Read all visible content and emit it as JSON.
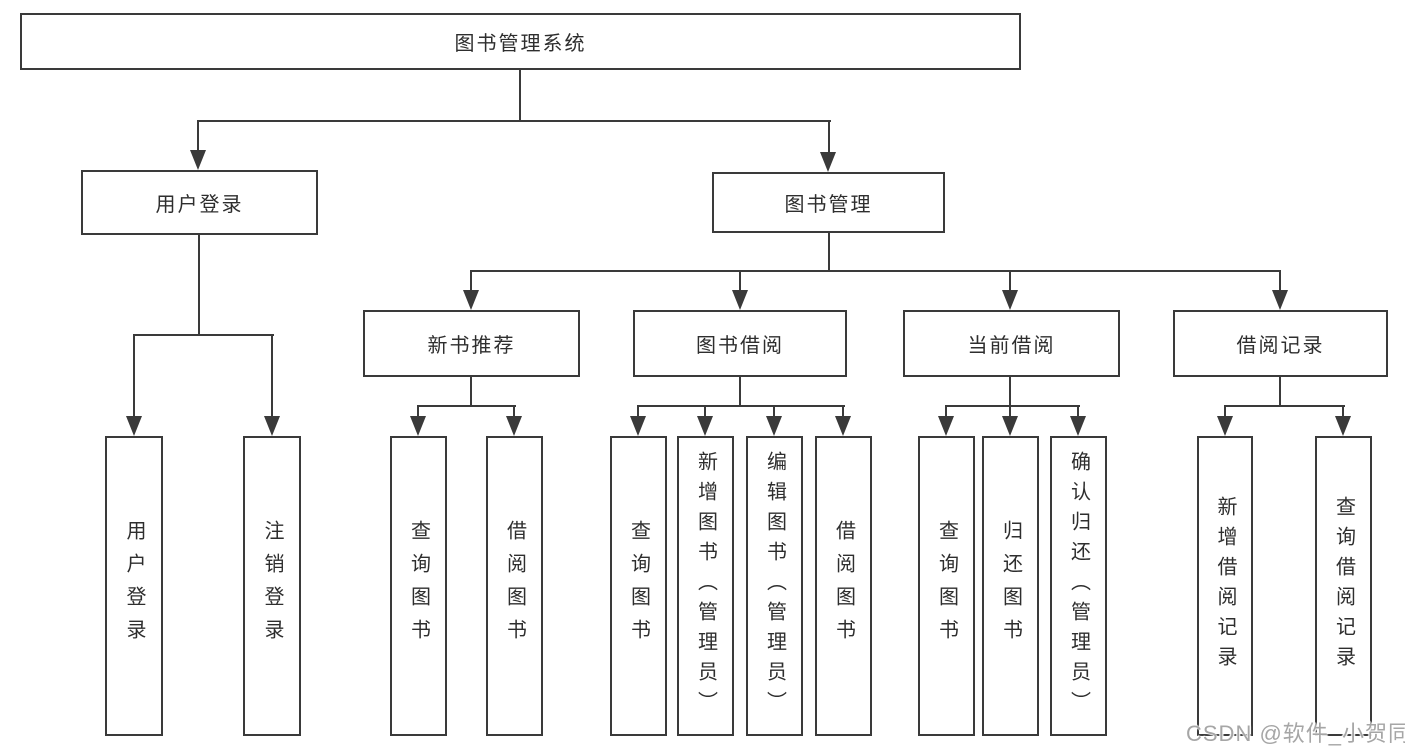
{
  "colors": {
    "line": "#3a3a3a",
    "text": "#2e2e2e",
    "watermark": "#a6a6a6"
  },
  "watermark": {
    "text": "CSDN @软件_小贺同学"
  },
  "diagram": {
    "root": {
      "label": "图书管理系统"
    },
    "level2": {
      "user_login": {
        "label": "用户登录"
      },
      "book_mgmt": {
        "label": "图书管理"
      }
    },
    "level3": {
      "new_books": {
        "label": "新书推荐"
      },
      "book_borrow": {
        "label": "图书借阅"
      },
      "current_borrow": {
        "label": "当前借阅"
      },
      "borrow_records": {
        "label": "借阅记录"
      }
    },
    "leaves": {
      "user_login": {
        "label": "用户登录"
      },
      "logout": {
        "label": "注销登录"
      },
      "nb_query_books": {
        "label": "查询图书"
      },
      "nb_borrow_books": {
        "label": "借阅图书"
      },
      "bb_query_books": {
        "label": "查询图书"
      },
      "bb_add_books_admin": {
        "label": "新增图书（管理员）"
      },
      "bb_edit_books_admin": {
        "label": "编辑图书（管理员）"
      },
      "bb_borrow_books": {
        "label": "借阅图书"
      },
      "cb_query_books": {
        "label": "查询图书"
      },
      "cb_return_books": {
        "label": "归还图书"
      },
      "cb_confirm_return_admin": {
        "label": "确认归还（管理员）"
      },
      "br_add_record": {
        "label": "新增借阅记录"
      },
      "br_query_record": {
        "label": "查询借阅记录"
      }
    }
  }
}
